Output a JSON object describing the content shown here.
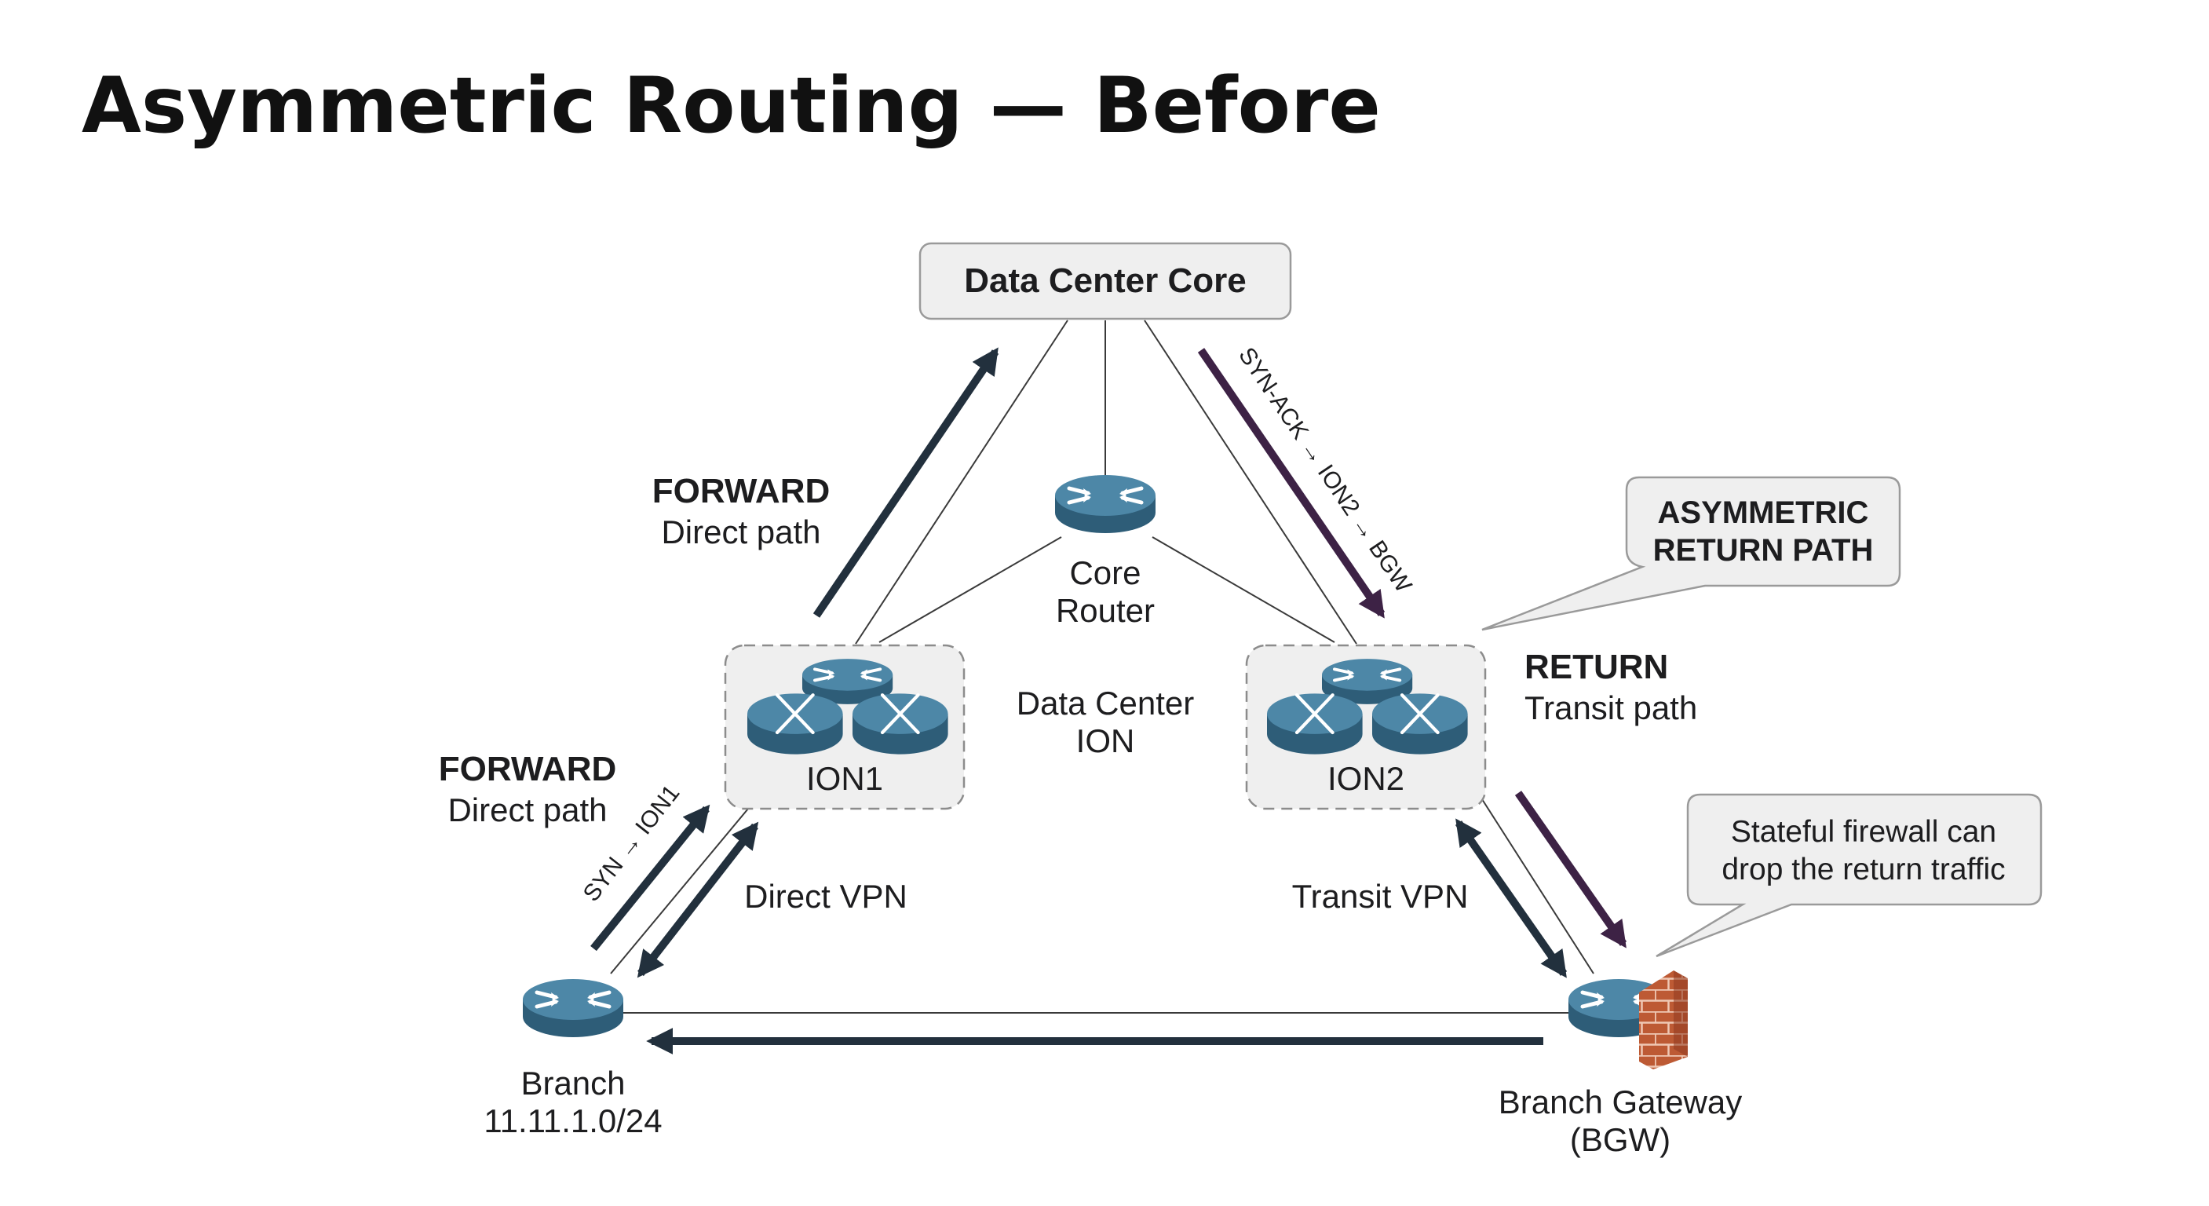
{
  "title": "Asymmetric Routing — Before",
  "nodes": {
    "dc_core": "Data Center Core",
    "core_router": [
      "Core",
      "Router"
    ],
    "ion1": "ION1",
    "ion2": "ION2",
    "dc_ion": [
      "Data Center",
      "ION"
    ],
    "branch": [
      "Branch",
      "11.11.1.0/24"
    ],
    "bgw": [
      "Branch Gateway",
      "(BGW)"
    ]
  },
  "labels": {
    "forward_top": {
      "heading": "FORWARD",
      "sub": "Direct path"
    },
    "forward_left": {
      "heading": "FORWARD",
      "sub": "Direct path"
    },
    "return": {
      "heading": "RETURN",
      "sub": "Transit path"
    },
    "direct_vpn": "Direct VPN",
    "transit_vpn": "Transit VPN",
    "syn": "SYN → ION1",
    "synack": "SYN-ACK → ION2 → BGW"
  },
  "callouts": {
    "asymmetric": [
      "ASYMMETRIC",
      "RETURN PATH"
    ],
    "firewall": [
      "Stateful firewall can",
      "drop the return traffic"
    ]
  },
  "colors": {
    "router": "#3f7595",
    "arrow_dark": "#22303d",
    "arrow_purple": "#3d2245",
    "firewall": "#b5522f",
    "box_fill": "#efefef",
    "box_border": "#9a9a9a"
  },
  "icons": {
    "router": "router-icon",
    "firewall": "firewall-icon"
  }
}
